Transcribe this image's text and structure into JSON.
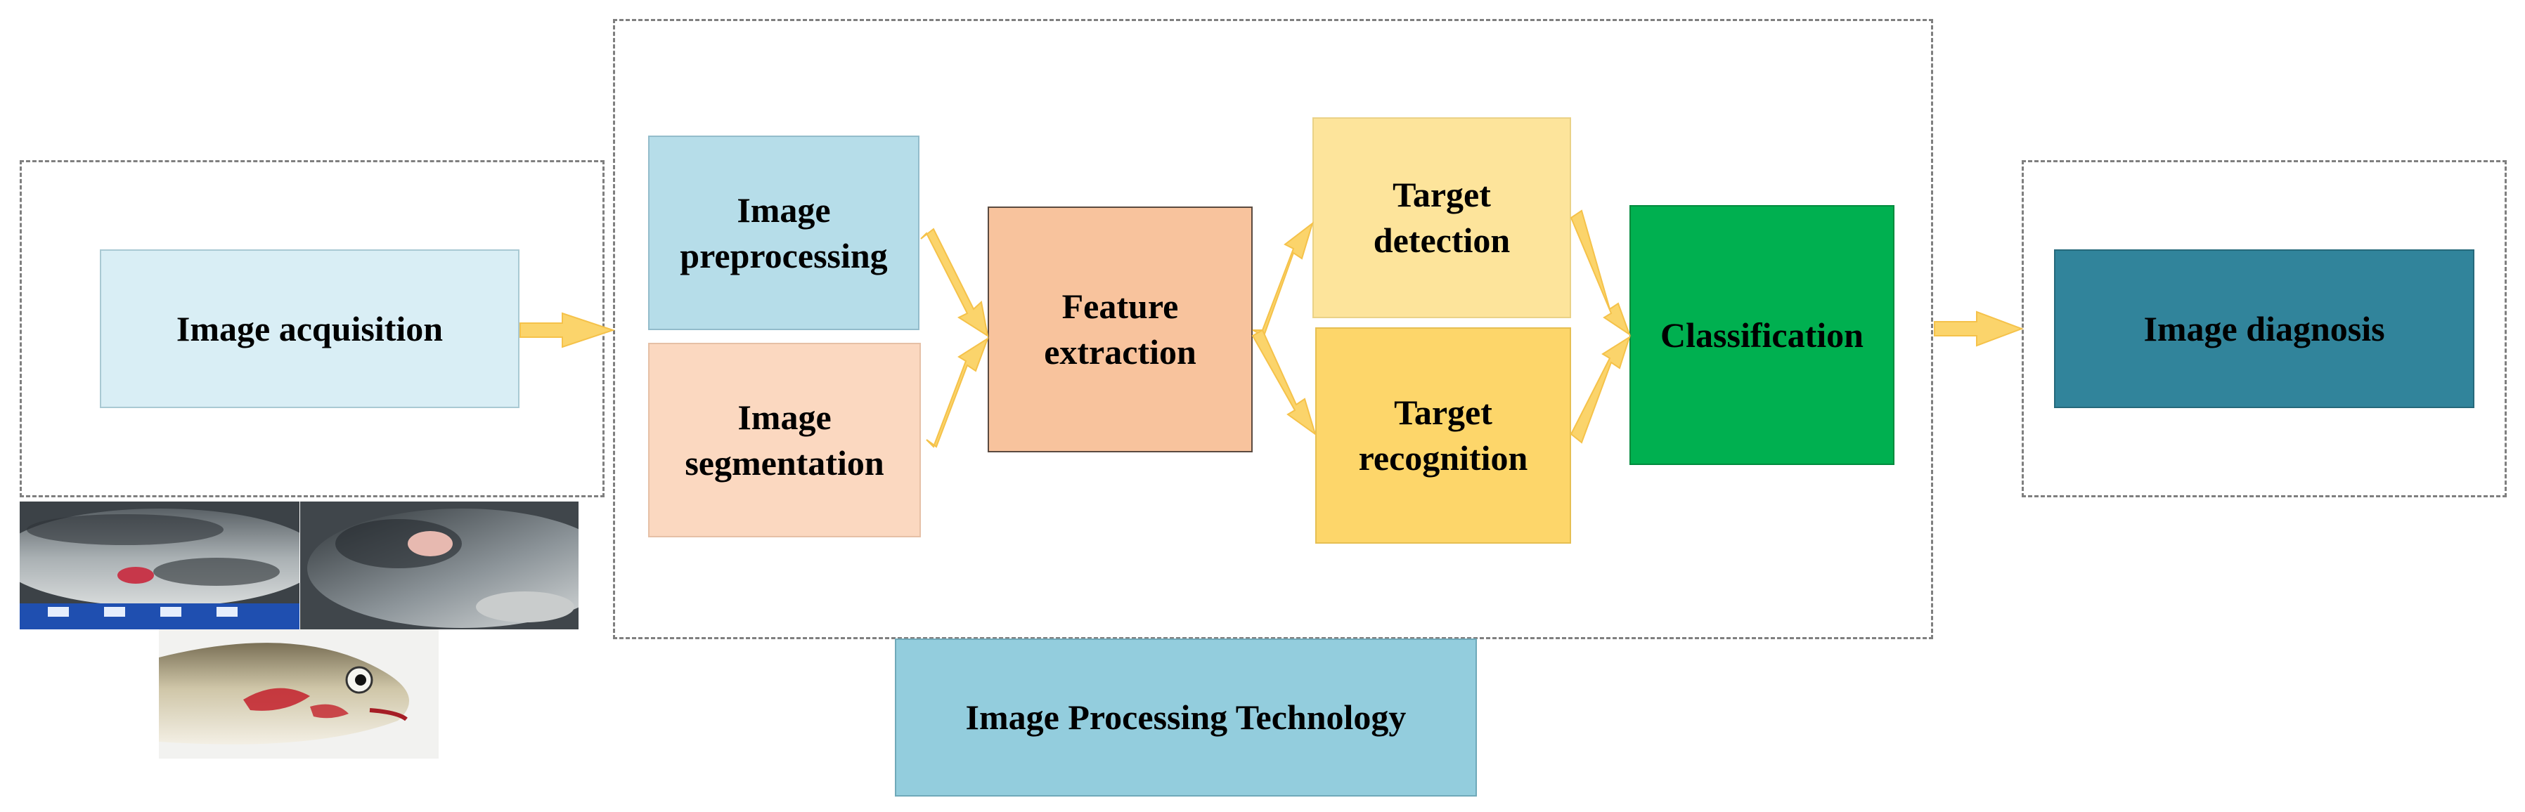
{
  "nodes": {
    "acquisition": "Image acquisition",
    "preprocessing": "Image\npreprocessing",
    "segmentation": "Image\nsegmentation",
    "feature": "Feature\nextraction",
    "detection": "Target\ndetection",
    "recognition": "Target\nrecognition",
    "classification": "Classification",
    "diagnosis": "Image diagnosis",
    "technology": "Image Processing Technology"
  },
  "colors": {
    "acquisition": "#d9eef5",
    "preprocessing": "#b6dde9",
    "segmentation": "#fbd8c0",
    "feature": "#f8c39d",
    "detection": "#fde49b",
    "recognition": "#fdd66a",
    "classification": "#00b050",
    "diagnosis": "#31849b",
    "technology": "#93cddd",
    "arrow": "#fbd46b"
  }
}
